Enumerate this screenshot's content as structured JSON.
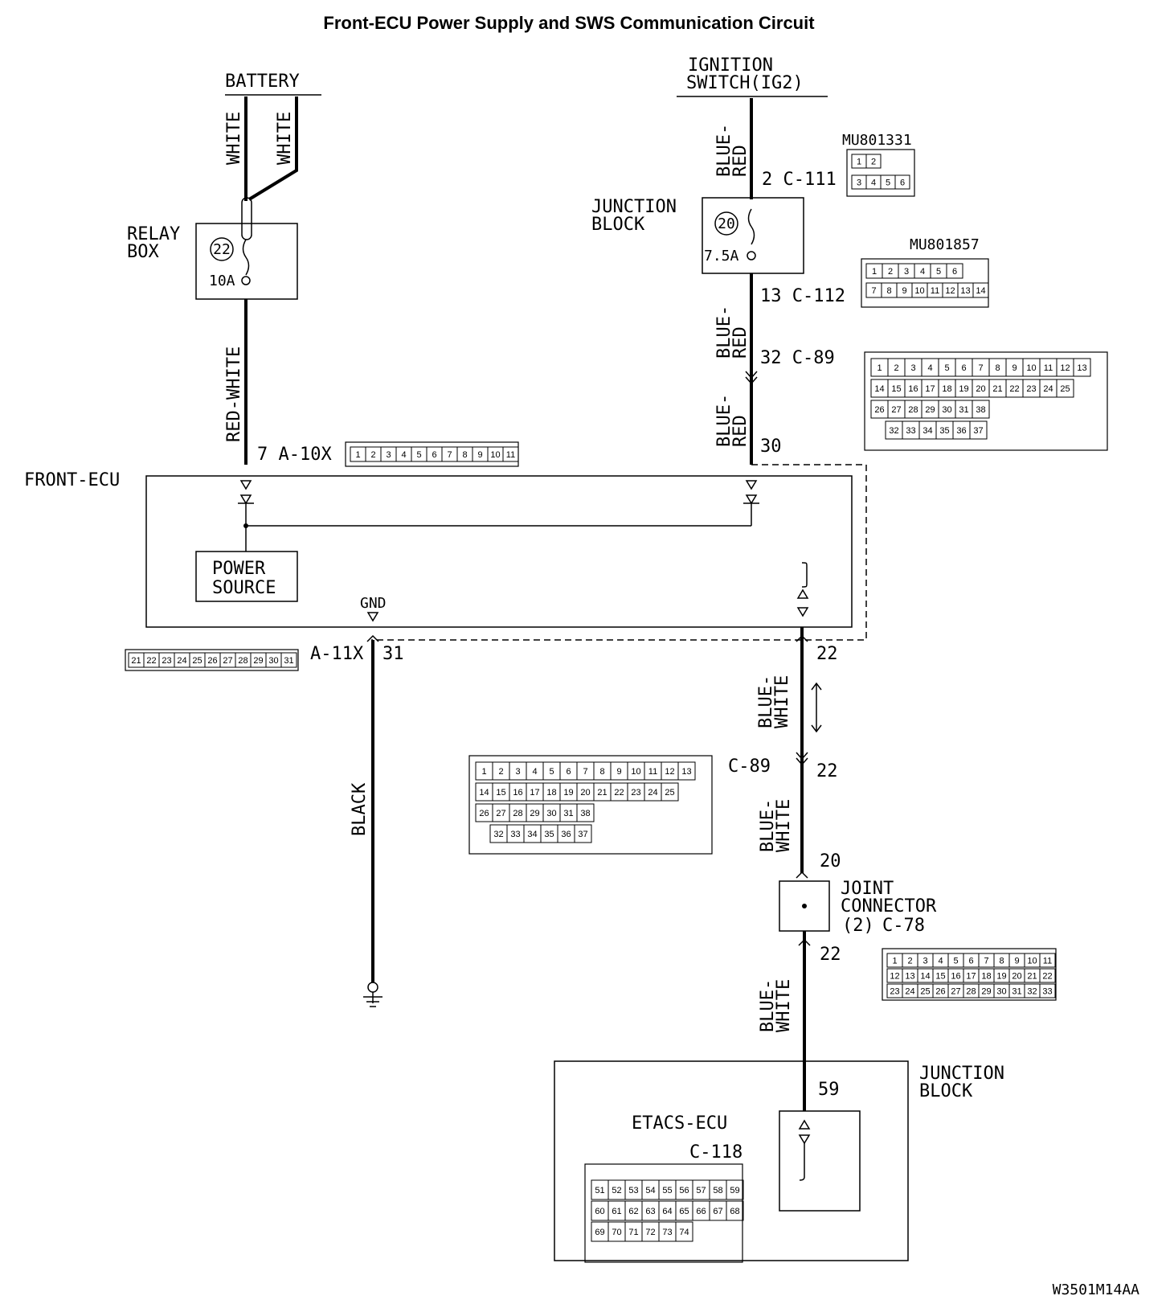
{
  "title": "Front-ECU Power Supply and SWS Communication Circuit",
  "labels": {
    "battery": "BATTERY",
    "ignition_1": "IGNITION",
    "ignition_2": "SWITCH(IG2)",
    "relay_box_1": "RELAY",
    "relay_box_2": "BOX",
    "fuse_22_num": "22",
    "fuse_22_rating": "10A",
    "junction_block_1": "JUNCTION",
    "junction_block_2": "BLOCK",
    "fuse_20_num": "20",
    "fuse_20_rating": "7.5A",
    "front_ecu": "FRONT-ECU",
    "power_source_1": "POWER",
    "power_source_2": "SOURCE",
    "gnd": "GND",
    "etacs_ecu": "ETACS-ECU",
    "c118": "C-118",
    "jb_bottom_1": "JUNCTION",
    "jb_bottom_2": "BLOCK",
    "joint_1": "JOINT",
    "joint_2": "CONNECTOR",
    "joint_3": "(2)",
    "c78": "C-78",
    "mu801331": "MU801331",
    "mu801857": "MU801857",
    "footer_code": "W3501M14AA"
  },
  "wires": {
    "white_1": "WHITE",
    "white_2": "WHITE",
    "red_white": "RED-WHITE",
    "blue_red_1a": "BLUE-",
    "blue_red_1b": "RED",
    "blue_red_2a": "BLUE-",
    "blue_red_2b": "RED",
    "blue_red_3a": "BLUE-",
    "blue_red_3b": "RED",
    "black": "BLACK",
    "blue_white_1a": "BLUE-",
    "blue_white_1b": "WHITE",
    "blue_white_2a": "BLUE-",
    "blue_white_2b": "WHITE",
    "blue_white_3a": "BLUE-",
    "blue_white_3b": "WHITE"
  },
  "terminals": {
    "t2_c111": "2  C-111",
    "t13_c112": "13  C-112",
    "t32_c89": "32  C-89",
    "t30": "30",
    "t7_a10x": "7  A-10X",
    "a11x": "A-11X",
    "t31": "31",
    "t22_a": "22",
    "c89_lower": "C-89",
    "t22_b": "22",
    "t20": "20",
    "t22_c": "22",
    "t59": "59"
  },
  "connectors": {
    "a10x_pins": [
      "1",
      "2",
      "3",
      "4",
      "5",
      "6",
      "7",
      "8",
      "9",
      "10",
      "11"
    ],
    "a11x_pins": [
      "21",
      "22",
      "23",
      "24",
      "25",
      "26",
      "27",
      "28",
      "29",
      "30",
      "31"
    ],
    "c111_row1": [
      "1",
      "2"
    ],
    "c111_row2": [
      "3",
      "4",
      "5",
      "6"
    ],
    "c112_row1": [
      "1",
      "2",
      "3",
      "4",
      "5",
      "6"
    ],
    "c112_row2": [
      "7",
      "8",
      "9",
      "10",
      "11",
      "12",
      "13",
      "14"
    ],
    "c89_row1": [
      "1",
      "2",
      "3",
      "4",
      "5",
      "6",
      "7",
      "8",
      "9",
      "10",
      "11",
      "12",
      "13"
    ],
    "c89_row2": [
      "14",
      "15",
      "16",
      "17",
      "18",
      "19",
      "20",
      "21",
      "22",
      "23",
      "24",
      "25"
    ],
    "c89_row3": [
      "26",
      "27",
      "28",
      "29",
      "30",
      "31",
      "38"
    ],
    "c89_row4": [
      "32",
      "33",
      "34",
      "35",
      "36",
      "37"
    ],
    "c78_row1": [
      "1",
      "2",
      "3",
      "4",
      "5",
      "6",
      "7",
      "8",
      "9",
      "10",
      "11"
    ],
    "c78_row2": [
      "12",
      "13",
      "14",
      "15",
      "16",
      "17",
      "18",
      "19",
      "20",
      "21",
      "22"
    ],
    "c78_row3": [
      "23",
      "24",
      "25",
      "26",
      "27",
      "28",
      "29",
      "30",
      "31",
      "32",
      "33"
    ],
    "c118_row1": [
      "51",
      "52",
      "53",
      "54",
      "55",
      "56",
      "57",
      "58",
      "59"
    ],
    "c118_row2": [
      "60",
      "61",
      "62",
      "63",
      "64",
      "65",
      "66",
      "67",
      "68"
    ],
    "c118_row3": [
      "69",
      "70",
      "71",
      "72",
      "73",
      "74"
    ]
  }
}
